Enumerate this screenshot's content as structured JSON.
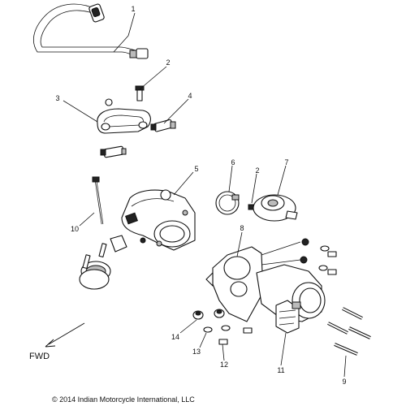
{
  "callouts": [
    "1",
    "2",
    "3",
    "4",
    "5",
    "6",
    "2",
    "7",
    "10",
    "8",
    "14",
    "13",
    "12",
    "11",
    "9"
  ],
  "fwd_label": "FWD",
  "copyright": "© 2014 Indian Motorcycle International, LLC"
}
